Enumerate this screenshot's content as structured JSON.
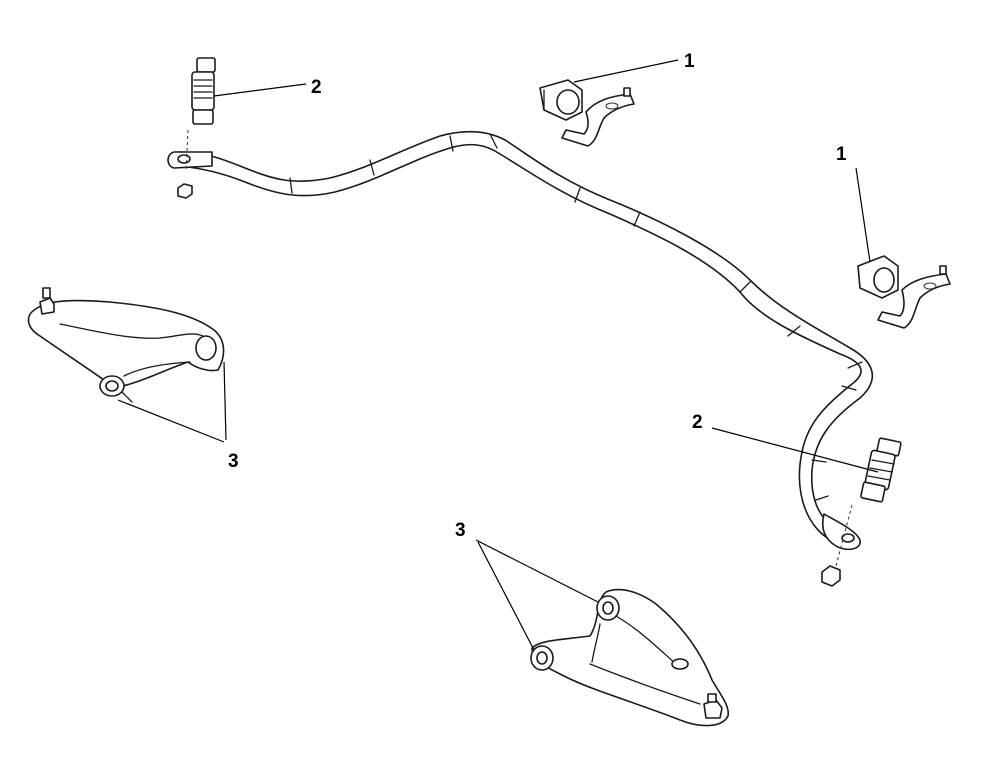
{
  "callouts": {
    "bushing_top": "1",
    "bushing_right": "1",
    "link_left": "2",
    "link_right": "2",
    "arm_left": "3",
    "arm_bottom": "3"
  }
}
